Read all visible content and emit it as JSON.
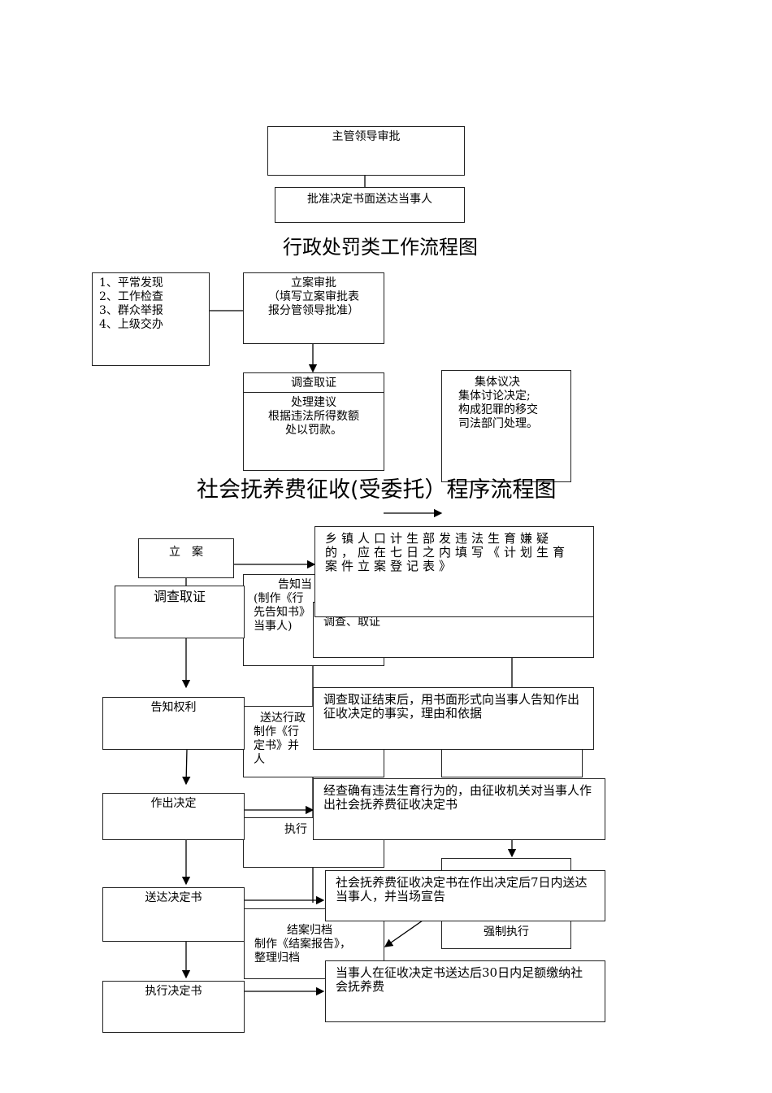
{
  "top": {
    "approve": "主管领导审批",
    "deliver": "批准决定书面送达当事人"
  },
  "admin": {
    "title": "行政处罚类工作流程图",
    "sources": [
      "1、平常发现",
      "2、工作检查",
      "3、群众举报",
      "4、上级交办"
    ],
    "filing": [
      "立案审批",
      "（填写立案审批表",
      "报分管领导批准）"
    ],
    "investigate": "调查取证",
    "suggest": [
      "处理建议",
      "根据违法所得数额",
      "处以罚款。"
    ],
    "collective": [
      "集体议决",
      "集体讨论决定;",
      "构成犯罪的移交",
      "司法部门处理。"
    ]
  },
  "social": {
    "title": "社会抚养费征收(受委托）程序流程图",
    "steps": [
      "立　案",
      "调查取证",
      "告知权利",
      "作出决定",
      "送达决定书",
      "执行决定书"
    ],
    "notify_partial": [
      "告知当",
      "(制作《行",
      "先告知书》",
      "当事人)"
    ],
    "deliver_partial": [
      "送达行政",
      "制作《行",
      "定书》并",
      "人"
    ],
    "exec_partial": "执行",
    "enforce_partial": "强制执行",
    "close": [
      "结案归档",
      "制作《结案报告》，",
      "整理归档"
    ],
    "inv_partial": "调查、取证",
    "notes": [
      "乡镇人口计生部发违法生育嫌疑的，应在七日之内填写《计划生育案件立案登记表》",
      "调查取证结束后，用书面形式向当事人告知作出征收决定的事实，理由和依据",
      "经查确有违法生育行为的，由征收机关对当事人作出社会抚养费征收决定书",
      "社会抚养费征收决定书在作出决定后7日内送达当事人，并当场宣告",
      "当事人在征收决定书送达后30日内足额缴纳社会抚养费"
    ]
  }
}
